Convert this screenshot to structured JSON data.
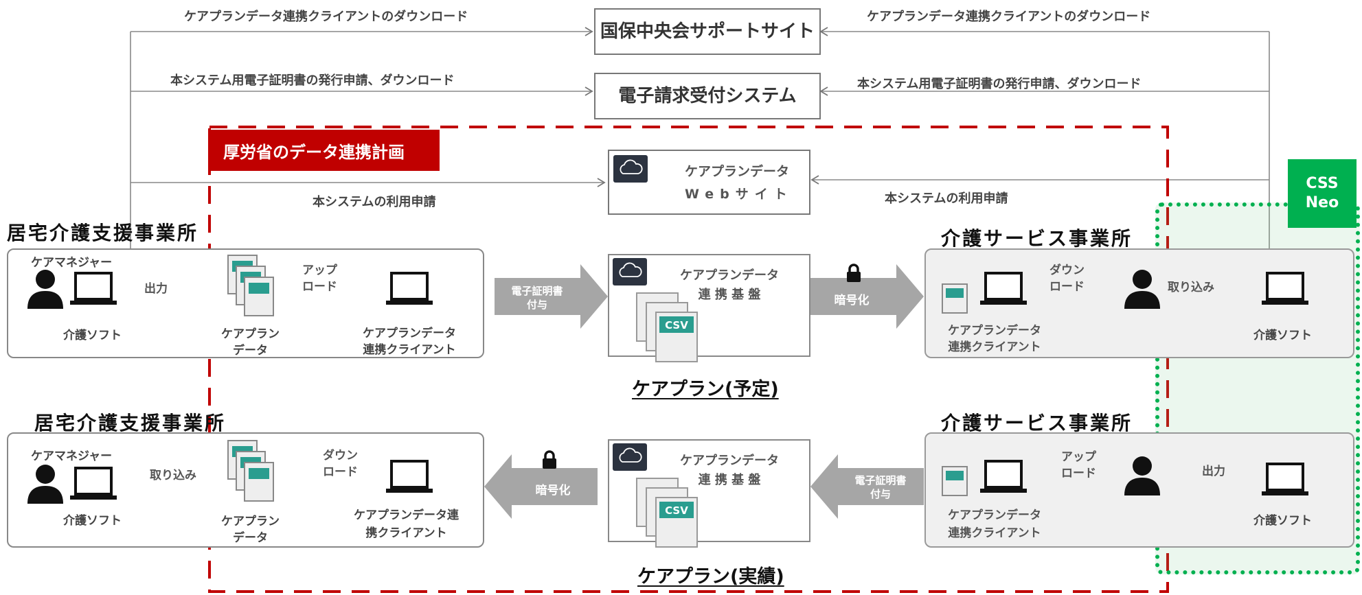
{
  "top_links": {
    "row1_left": "ケアプランデータ連携クライアントのダウンロード",
    "row1_right": "ケアプランデータ連携クライアントのダウンロード",
    "row2_left": "本システム用電子証明書の発行申請、ダウンロード",
    "row2_right": "本システム用電子証明書の発行申請、ダウンロード",
    "row3_left": "本システムの利用申請",
    "row3_right": "本システムの利用申請"
  },
  "systems": {
    "kokuho": "国保中央会サポートサイト",
    "denshi": "電子請求受付システム",
    "website_line1": "ケアプランデータ",
    "website_line2": "Webサイト"
  },
  "tags": {
    "mhlw_plan": "厚労省のデータ連携計画",
    "css_line1": "CSS",
    "css_line2": "Neo"
  },
  "headings": {
    "kyotaku_top": "居宅介護支援事業所",
    "service_top": "介護サービス事業所",
    "kyotaku_bottom": "居宅介護支援事業所",
    "service_bottom": "介護サービス事業所"
  },
  "top_row": {
    "care_manager": "ケアマネジャー",
    "output": "出力",
    "kaigo_soft": "介護ソフト",
    "upload_1": "アップ",
    "upload_2": "ロード",
    "careplan_data_1": "ケアプラン",
    "careplan_data_2": "データ",
    "client_1": "ケアプランデータ",
    "client_2": "連携クライアント",
    "cert_1": "電子証明書",
    "cert_2": "付与",
    "platform_1": "ケアプランデータ",
    "platform_2": "連 携 基 盤",
    "encrypt": "暗号化",
    "download_1": "ダウン",
    "download_2": "ロード",
    "svc_client_1": "ケアプランデータ",
    "svc_client_2": "連携クライアント",
    "import": "取り込み",
    "svc_soft": "介護ソフト",
    "plan_title": "ケアプラン(予定)"
  },
  "bottom_row": {
    "care_manager": "ケアマネジャー",
    "import": "取り込み",
    "kaigo_soft": "介護ソフト",
    "download_1": "ダウン",
    "download_2": "ロード",
    "careplan_data_1": "ケアプラン",
    "careplan_data_2": "データ",
    "client_1": "ケアプランデータ連",
    "client_2": "携クライアント",
    "encrypt": "暗号化",
    "platform_1": "ケアプランデータ",
    "platform_2": "連 携 基 盤",
    "cert_1": "電子証明書",
    "cert_2": "付与",
    "upload_1": "アップ",
    "upload_2": "ロード",
    "svc_client_1": "ケアプランデータ",
    "svc_client_2": "連携クライアント",
    "output": "出力",
    "svc_soft": "介護ソフト",
    "plan_title": "ケアプラン(実績)"
  },
  "csv_label": "CSV",
  "icons": [
    "person-icon",
    "laptop-icon",
    "document-stack-icon",
    "csv-stack-icon",
    "cloud-icon",
    "lock-icon"
  ],
  "colors": {
    "plan_red": "#c00000",
    "neo_green": "#00b050",
    "arrow_gray": "#a6a6a6",
    "csv_teal": "#2a9d8f"
  }
}
